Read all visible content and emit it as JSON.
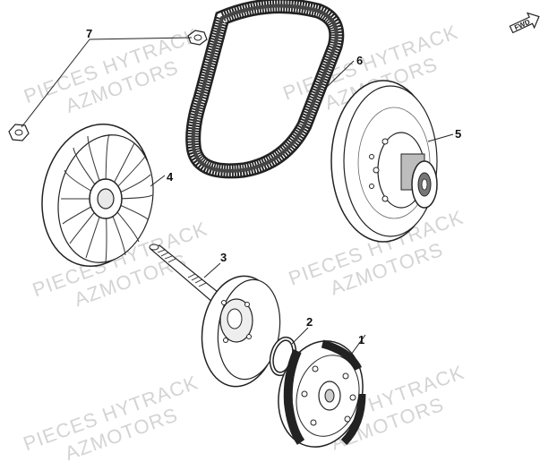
{
  "diagram": {
    "watermark": {
      "line1": "PIECES HYTRACK",
      "line2": "AZMOTORS"
    },
    "fwd_label": "FWD",
    "callouts": [
      {
        "id": "1",
        "part": "clutch-shoe-assembly"
      },
      {
        "id": "2",
        "part": "o-ring"
      },
      {
        "id": "3",
        "part": "drive-shaft-plate"
      },
      {
        "id": "4",
        "part": "fan-pulley"
      },
      {
        "id": "5",
        "part": "driven-pulley"
      },
      {
        "id": "6",
        "part": "drive-belt"
      },
      {
        "id": "7",
        "part": "nut"
      }
    ]
  }
}
